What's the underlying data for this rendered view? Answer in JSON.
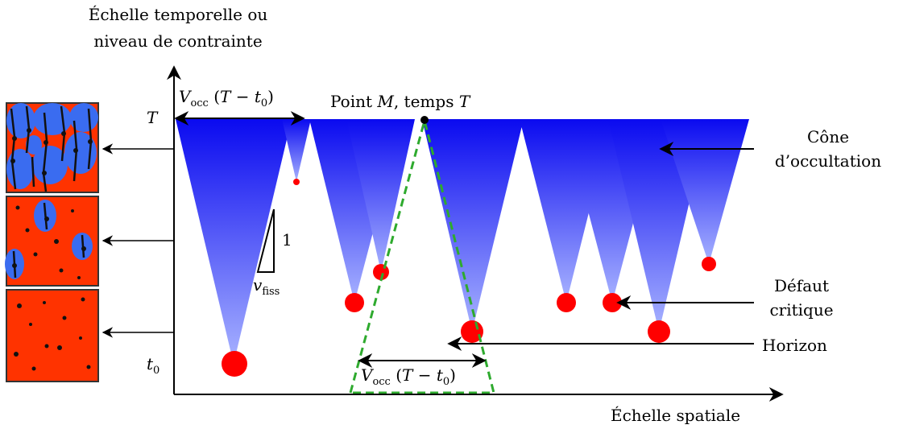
{
  "labels": {
    "y_axis_line1": "Échelle temporelle ou",
    "y_axis_line2": "niveau de contrainte",
    "x_axis": "Échelle spatiale",
    "T": "T",
    "t0": "t",
    "t0_sub": "0",
    "point_M_prefix": "Point ",
    "point_M_var": "M",
    "point_M_suffix": ", temps ",
    "point_M_T": "T",
    "cone_line1": "Cône",
    "cone_line2": "d’occultation",
    "defaut_line1": "Défaut",
    "defaut_line2": "critique",
    "horizon": "Horizon",
    "slope_one": "1",
    "slope_v": "v",
    "slope_v_sub": "fiss",
    "vocc_V": "V",
    "vocc_sub": "occ",
    "vocc_open": " (",
    "vocc_T": "T",
    "vocc_minus": " − ",
    "vocc_t": "t",
    "vocc_t_sub": "0",
    "vocc_close": ")"
  },
  "colors": {
    "cone_top": "#0a0af0",
    "cone_bottom": "#9aa6ff",
    "defect": "#ff0000",
    "dashed": "#2eaa2e",
    "panel_red": "#ff3300",
    "panel_blue": "#3a6cf0"
  }
}
